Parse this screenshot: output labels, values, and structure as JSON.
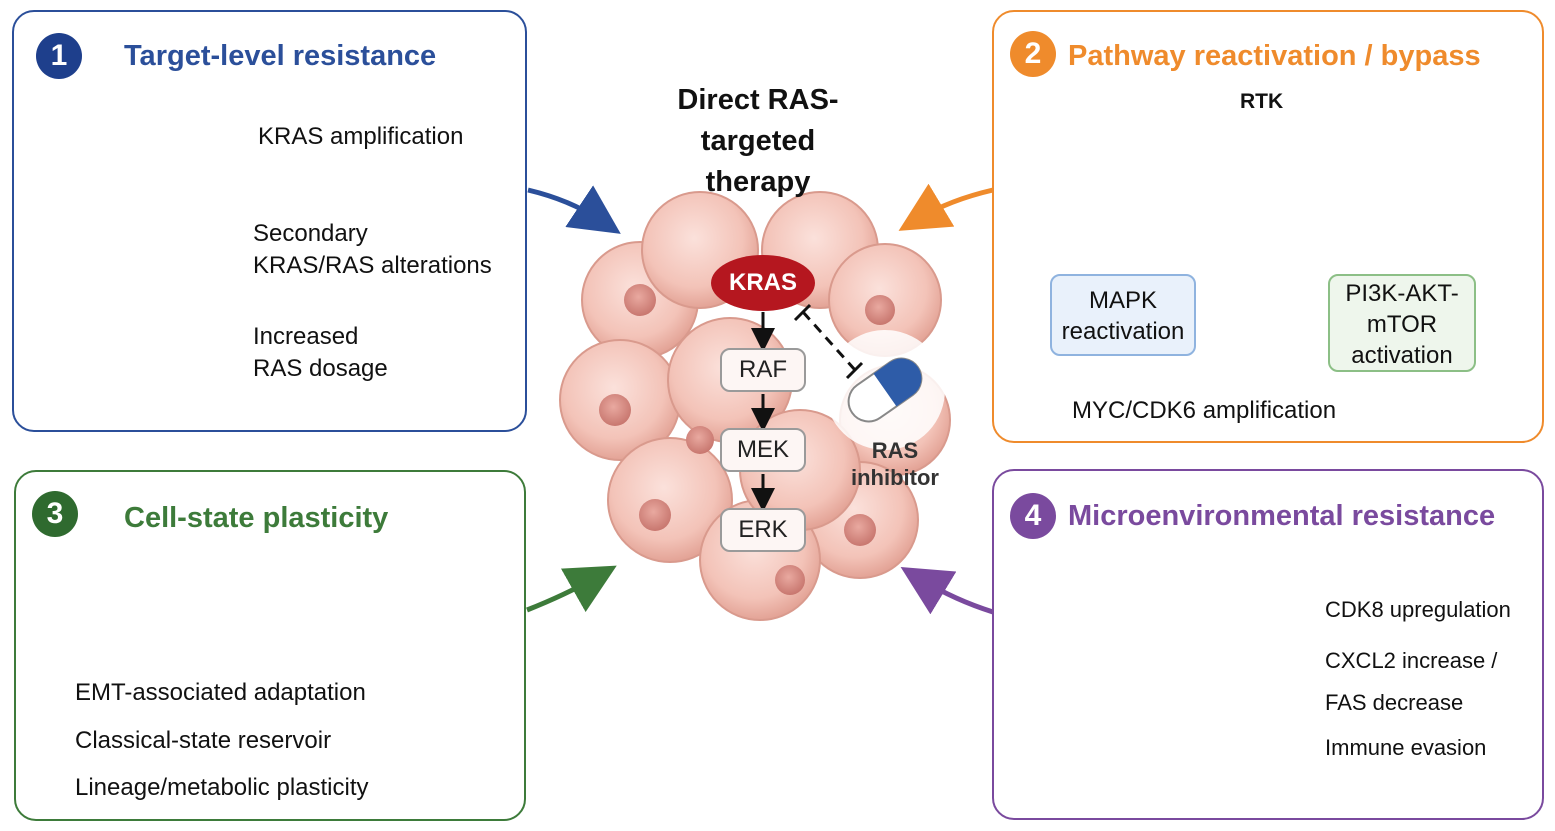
{
  "center": {
    "title": "Direct RAS-\ntargeted\ntherapy",
    "nodes": {
      "kras": "KRAS",
      "raf": "RAF",
      "mek": "MEK",
      "erk": "ERK"
    },
    "inhibitor_label": "RAS\ninhibitor"
  },
  "panel1": {
    "number": "1",
    "title": "Target-level resistance",
    "items": [
      {
        "icon": "dna-double-icon",
        "text": "KRAS amplification"
      },
      {
        "icon": "mutated-dna-icon",
        "text": "Secondary\nKRAS/RAS alterations"
      },
      {
        "icon": "cells-dosage-icon",
        "text": "Increased\nRAS dosage"
      }
    ],
    "color": "#2b4f9a"
  },
  "panel2": {
    "number": "2",
    "title": "Pathway reactivation / bypass",
    "rtk_label": "RTK",
    "mapk": "MAPK\nreactivation",
    "pi3k": "PI3K-AKT-\nmTOR\nactivation",
    "bullet": "MYC/CDK6 amplification",
    "color": "#ef8b2c"
  },
  "panel3": {
    "number": "3",
    "title": "Cell-state plasticity",
    "bullets": [
      "EMT-associated adaptation",
      "Classical-state reservoir",
      "Lineage/metabolic plasticity"
    ],
    "color": "#3d7b3a"
  },
  "panel4": {
    "number": "4",
    "title": "Microenvironmental resistance",
    "bullets": [
      "CDK8 upregulation",
      "CXCL2 increase /\nFAS decrease",
      "Immune evasion"
    ],
    "color": "#7a4a9e"
  }
}
